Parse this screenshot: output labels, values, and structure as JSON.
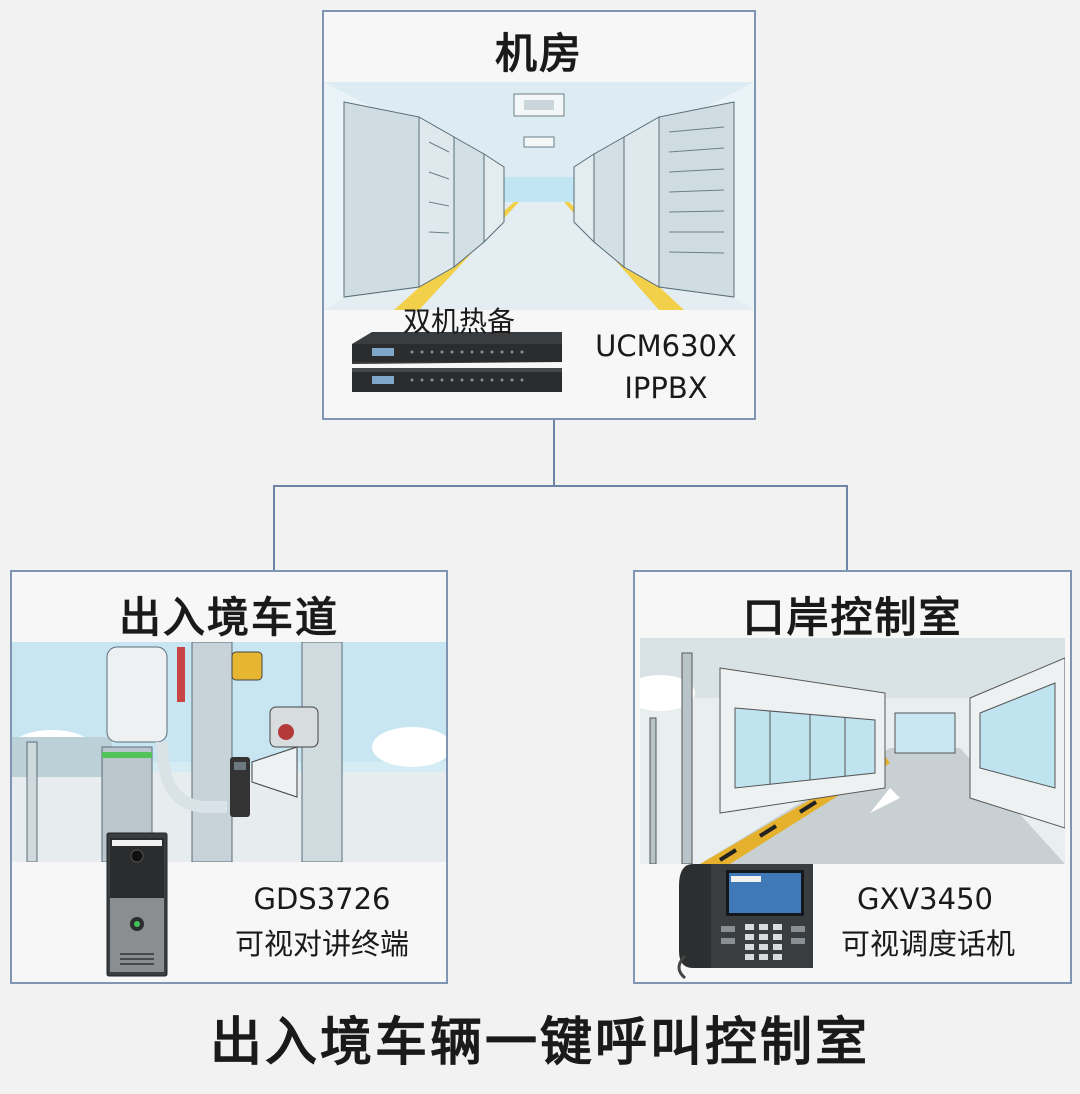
{
  "server_room": {
    "title": "机房",
    "redundancy_label": "双机热备",
    "device_model": "UCM630X",
    "device_type": "IPPBX"
  },
  "entry_lane": {
    "title": "出入境车道",
    "device_model": "GDS3726",
    "device_type": "可视对讲终端"
  },
  "control_room": {
    "title": "口岸控制室",
    "device_model": "GXV3450",
    "device_type": "可视调度话机"
  },
  "caption": "出入境车辆一键呼叫控制室",
  "colors": {
    "border": "#7f95b3",
    "connector": "#6d84a6",
    "background": "#f2f2f2"
  }
}
